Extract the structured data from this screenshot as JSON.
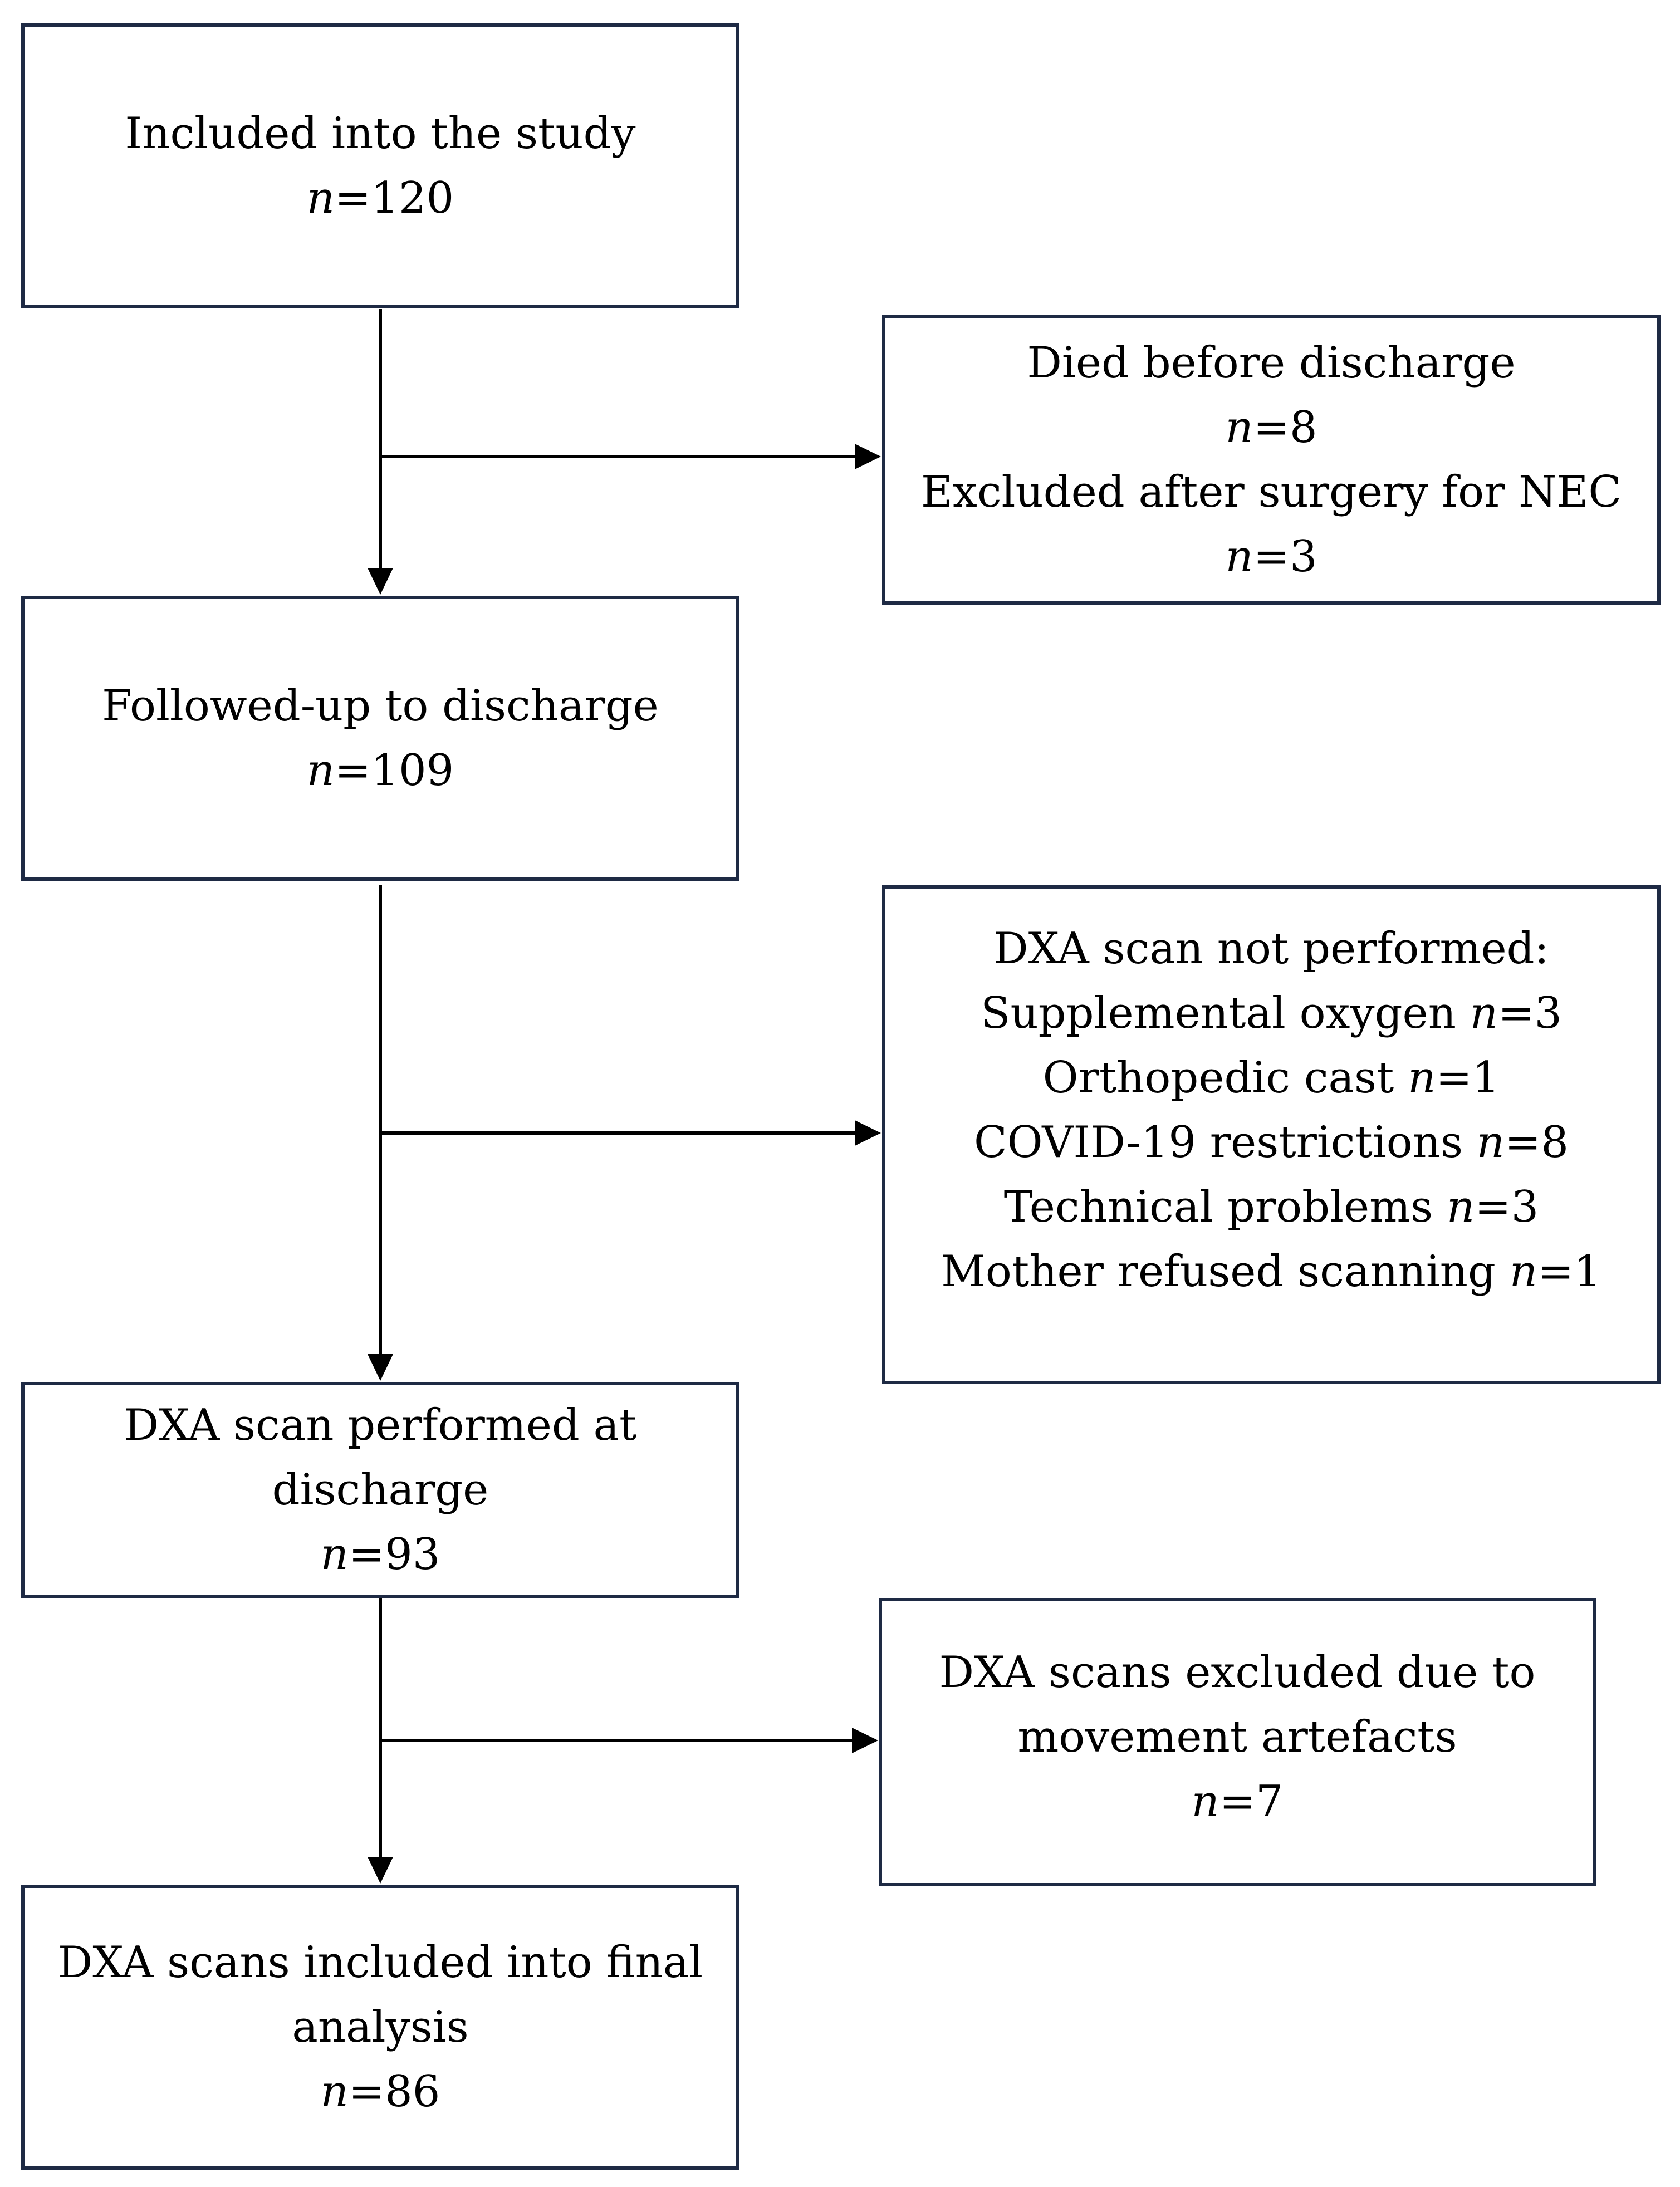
{
  "nodes": {
    "included": {
      "label": "Included into the study",
      "n_prefix": "n",
      "n_value": "=120"
    },
    "exclusion1": {
      "line1": "Died before discharge",
      "line2_prefix": "n",
      "line2_value": "=8",
      "line3": "Excluded after surgery for NEC",
      "line4_prefix": "n",
      "line4_value": "=3"
    },
    "followed": {
      "label": "Followed-up to discharge",
      "n_prefix": "n",
      "n_value": "=109"
    },
    "exclusion2": {
      "title": "DXA scan not performed:",
      "items": [
        {
          "text": "Supplemental oxygen ",
          "n_prefix": "n",
          "n_value": "=3"
        },
        {
          "text": "Orthopedic cast ",
          "n_prefix": "n",
          "n_value": "=1"
        },
        {
          "text": "COVID-19 restrictions ",
          "n_prefix": "n",
          "n_value": "=8"
        },
        {
          "text": "Technical problems ",
          "n_prefix": "n",
          "n_value": "=3"
        },
        {
          "text": "Mother refused scanning ",
          "n_prefix": "n",
          "n_value": "=1"
        }
      ]
    },
    "performed": {
      "line1": "DXA scan performed at",
      "line2": "discharge",
      "n_prefix": "n",
      "n_value": "=93"
    },
    "exclusion3": {
      "line1": "DXA scans excluded due to",
      "line2": "movement artefacts",
      "n_prefix": "n",
      "n_value": "=7"
    },
    "final": {
      "line1": "DXA scans included into final",
      "line2": "analysis",
      "n_prefix": "n",
      "n_value": "=86"
    }
  },
  "colors": {
    "box_border": "#1e2a44",
    "arrow": "#000000"
  }
}
